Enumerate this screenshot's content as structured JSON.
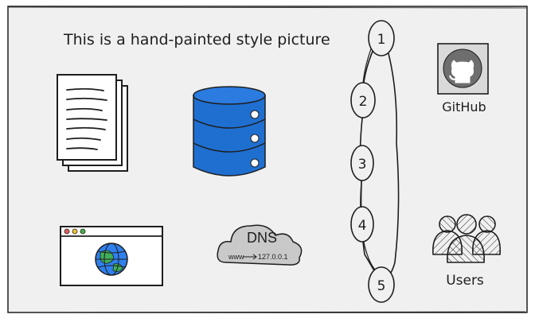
{
  "caption": "This is a hand-painted style picture",
  "icons": {
    "documents": "documents-icon",
    "database": "database-icon",
    "browser": "browser-window-icon",
    "dns": "dns-cloud-icon",
    "github": "github-icon",
    "users": "users-icon"
  },
  "dns": {
    "title": "DNS",
    "mapping": "www",
    "address": "127.0.0.1"
  },
  "github_label": "GitHub",
  "users_label": "Users",
  "chain_nodes": [
    "1",
    "2",
    "3",
    "4",
    "5"
  ],
  "colors": {
    "canvas": "#f0f0f0",
    "stroke": "#1e1e1e",
    "database_fill": "#1f6fd1",
    "globe_blue": "#2f80ed",
    "globe_green": "#3fae5a",
    "dot_red": "#e35d5d",
    "dot_yellow": "#f1c232",
    "dot_green": "#47b04b",
    "dns_cloud": "#c9c9c9",
    "github_tile": "#d9d9d9"
  }
}
